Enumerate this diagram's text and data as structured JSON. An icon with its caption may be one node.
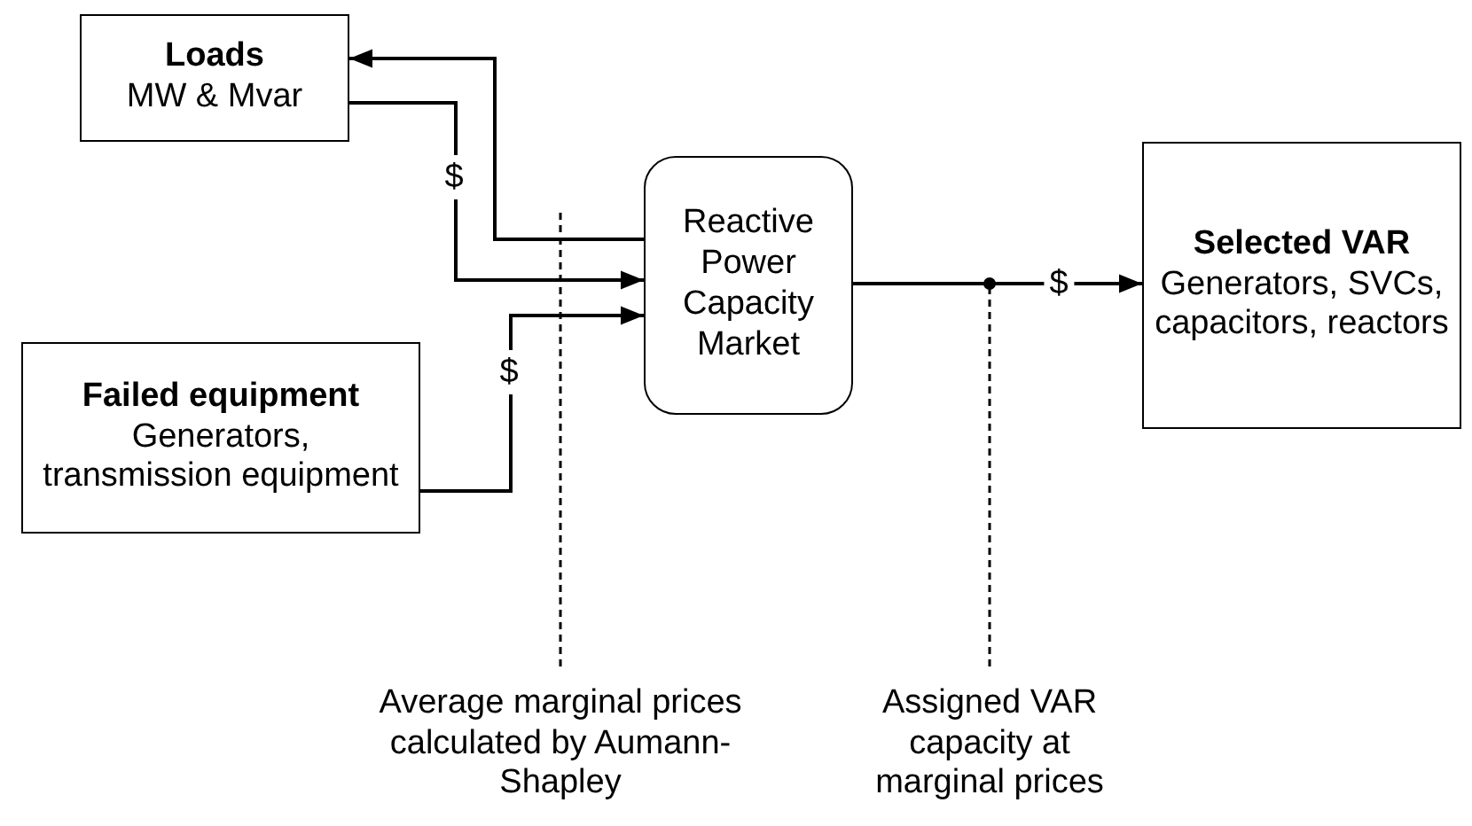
{
  "diagram": {
    "nodes": [
      {
        "text": [
          "Loads",
          "MW & Mvar"
        ]
      },
      {
        "text": [
          "Failed equipment",
          "Generators, transmission equipment"
        ]
      },
      {
        "text": [
          "Reactive Power Capacity Market"
        ]
      },
      {
        "text": [
          "Selected VAR",
          "Generators, SVCs, capacitors, reactors"
        ]
      },
      {
        "text": [
          "Average marginal prices calculated by Aumann-Shapley"
        ]
      },
      {
        "text": [
          "Assigned VAR capacity at marginal prices"
        ]
      }
    ],
    "edges": [
      {
        "from": 2,
        "to": 0,
        "arrow": "to"
      },
      {
        "from": 0,
        "to": 2,
        "label": "$",
        "arrow": "to"
      },
      {
        "from": 1,
        "to": 2,
        "label": "$",
        "arrow": "to"
      },
      {
        "from": 2,
        "to": 3,
        "label": "$",
        "arrow": "to"
      },
      {
        "from": 4,
        "to": null,
        "arrow": "none",
        "style": "dashed"
      },
      {
        "from": 5,
        "to": null,
        "arrow": "other",
        "style": "dashed"
      }
    ]
  }
}
